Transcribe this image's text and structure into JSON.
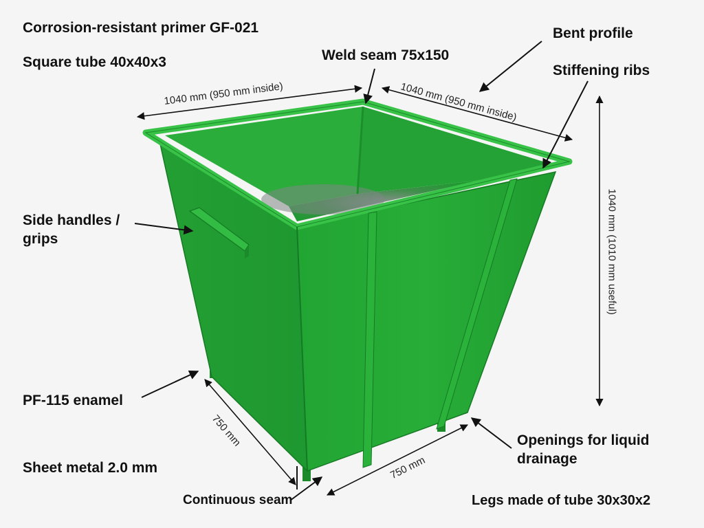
{
  "colors": {
    "background": "#f5f5f5",
    "container_green": "#23a834",
    "container_dark": "#15802a",
    "container_light": "#3cc64a",
    "interior_shadow": "#6d7774",
    "arrow": "#111111"
  },
  "labels": {
    "primer": "Corrosion-resistant primer GF-021",
    "square_tube": "Square tube 40x40x3",
    "weld_seam": "Weld seam 75x150",
    "bent_profile": "Bent profile",
    "stiffening_ribs": "Stiffening ribs",
    "side_handles_line1": "Side handles /",
    "side_handles_line2": "grips",
    "enamel": "PF-115 enamel",
    "sheet_metal": "Sheet metal 2.0 mm",
    "continuous_seam": "Continuous seam",
    "openings_line1": "Openings for liquid",
    "openings_line2": "drainage",
    "legs": "Legs made of tube 30x30x2"
  },
  "dimensions": {
    "top_left": "1040 mm (950 mm inside)",
    "top_right": "1040 mm (950 mm inside)",
    "height": "1040 mm (1010 mm useful)",
    "bottom_left": "750 mm",
    "bottom_right": "750 mm"
  }
}
